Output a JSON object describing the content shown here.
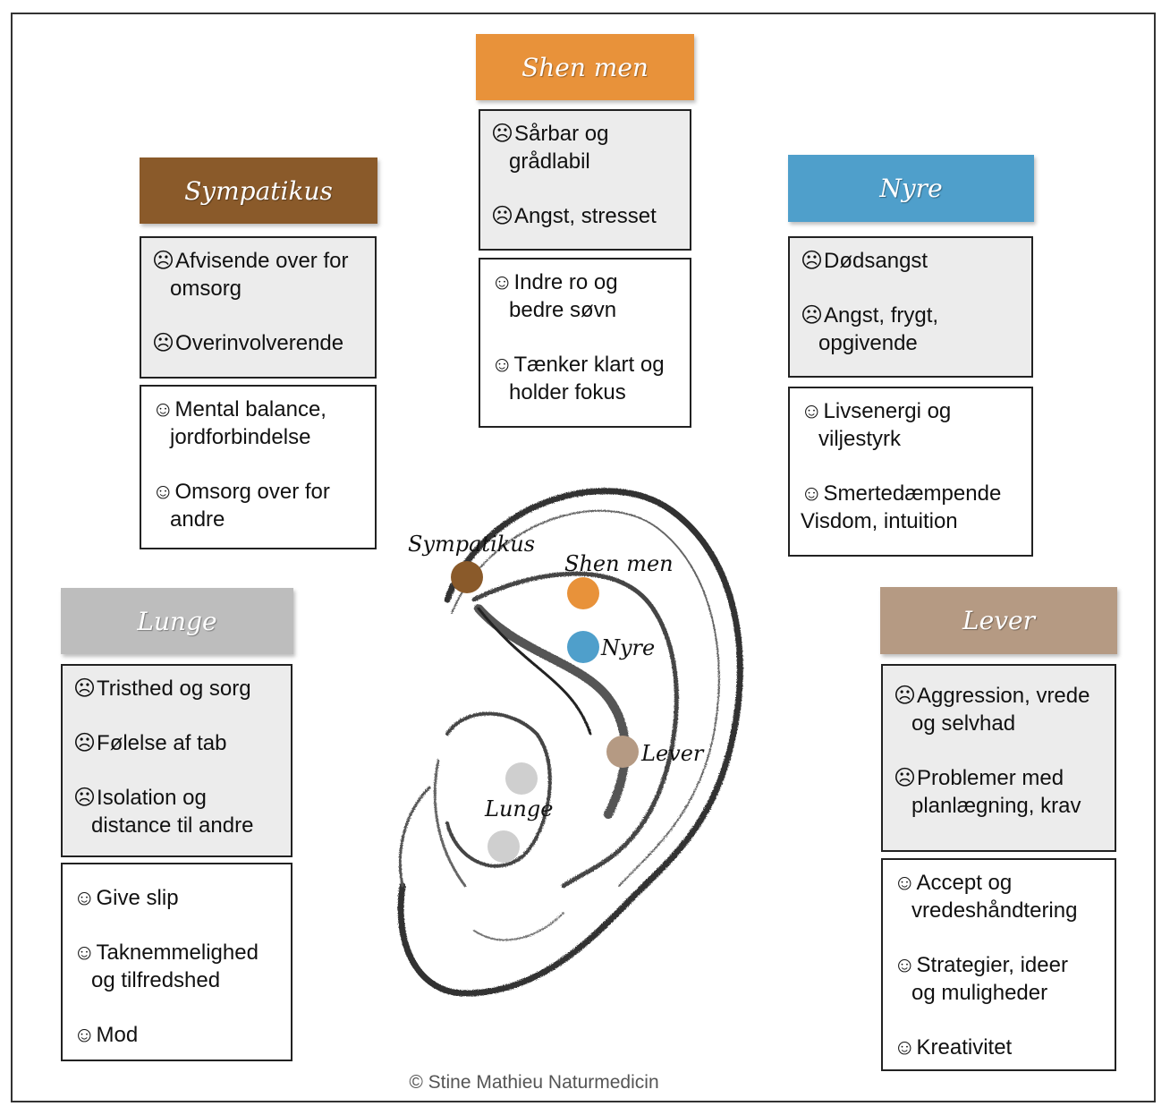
{
  "colors": {
    "sympatikus": "#8a5a2a",
    "shen_men": "#e8923a",
    "nyre": "#4f9fcb",
    "lunge": "#bdbdbd",
    "lever": "#b59a83"
  },
  "icons": {
    "sad": "sad-face-icon",
    "happy": "happy-face-icon"
  },
  "ear_labels": {
    "sympatikus": "Sympatikus",
    "shen_men": "Shen men",
    "nyre": "Nyre",
    "lever": "Lever",
    "lunge": "Lunge"
  },
  "shen_men": {
    "title": "Shen men",
    "negative": [
      {
        "line1": "Sårbar og",
        "line2": "grådlabil"
      },
      {
        "line1": "Angst, stresset",
        "line2": ""
      }
    ],
    "positive": [
      {
        "line1": "Indre ro og",
        "line2": "bedre søvn"
      },
      {
        "line1": "Tænker klart og",
        "line2": "holder fokus"
      }
    ]
  },
  "sympatikus": {
    "title": "Sympatikus",
    "negative": [
      {
        "line1": "Afvisende over for",
        "line2": "omsorg"
      },
      {
        "line1": "Overinvolverende",
        "line2": ""
      }
    ],
    "positive": [
      {
        "line1": "Mental balance,",
        "line2": "jordforbindelse"
      },
      {
        "line1": "Omsorg over for",
        "line2": "andre"
      }
    ]
  },
  "nyre": {
    "title": "Nyre",
    "negative": [
      {
        "line1": "Dødsangst",
        "line2": ""
      },
      {
        "line1": "Angst, frygt,",
        "line2": "opgivende"
      }
    ],
    "positive": [
      {
        "line1": "Livsenergi og",
        "line2": "viljestyrk"
      },
      {
        "line1": "Smertedæmpende",
        "line2": "Visdom, intuition"
      }
    ]
  },
  "lunge": {
    "title": "Lunge",
    "negative": [
      {
        "line1": "Tristhed og sorg",
        "line2": ""
      },
      {
        "line1": "Følelse af tab",
        "line2": ""
      },
      {
        "line1": "Isolation og",
        "line2": "distance til andre"
      }
    ],
    "positive": [
      {
        "line1": "Give slip",
        "line2": ""
      },
      {
        "line1": "Taknemmelighed",
        "line2": "og tilfredshed"
      },
      {
        "line1": "Mod",
        "line2": ""
      }
    ]
  },
  "lever": {
    "title": "Lever",
    "negative": [
      {
        "line1": "Aggression, vrede",
        "line2": "og selvhad"
      },
      {
        "line1": "Problemer med",
        "line2": "planlægning, krav"
      }
    ],
    "positive": [
      {
        "line1": "Accept og",
        "line2": "vredeshåndtering"
      },
      {
        "line1": "Strategier, ideer",
        "line2": "og muligheder"
      },
      {
        "line1": "Kreativitet",
        "line2": ""
      }
    ]
  },
  "copyright": "© Stine Mathieu Naturmedicin"
}
